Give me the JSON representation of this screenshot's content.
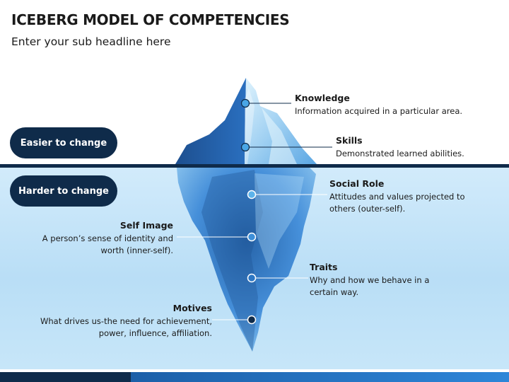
{
  "header": {
    "title": "ICEBERG MODEL OF COMPETENCIES",
    "subtitle": "Enter your sub headline here"
  },
  "pills": {
    "easier": "Easier to change",
    "harder": "Harder to change"
  },
  "items": {
    "knowledge": {
      "title": "Knowledge",
      "desc": "Information acquired in a particular area."
    },
    "skills": {
      "title": "Skills",
      "desc": "Demonstrated learned abilities."
    },
    "social_role": {
      "title": "Social Role",
      "desc_1": "Attitudes and values projected to",
      "desc_2": "others (outer-self)."
    },
    "self_image": {
      "title": "Self Image",
      "desc_1": "A person’s sense of identity and",
      "desc_2": "worth (inner-self)."
    },
    "traits": {
      "title": "Traits",
      "desc_1": "Why and how we behave in a",
      "desc_2": "certain way."
    },
    "motives": {
      "title": "Motives",
      "desc_1": "What drives us-the need for achievement,",
      "desc_2": "power, influence, affiliation."
    }
  },
  "colors": {
    "navy": "#0f2b4a",
    "water": "#c7e6f9",
    "ice_dark": "#1f5ea6",
    "ice_light": "#dff3fd"
  }
}
